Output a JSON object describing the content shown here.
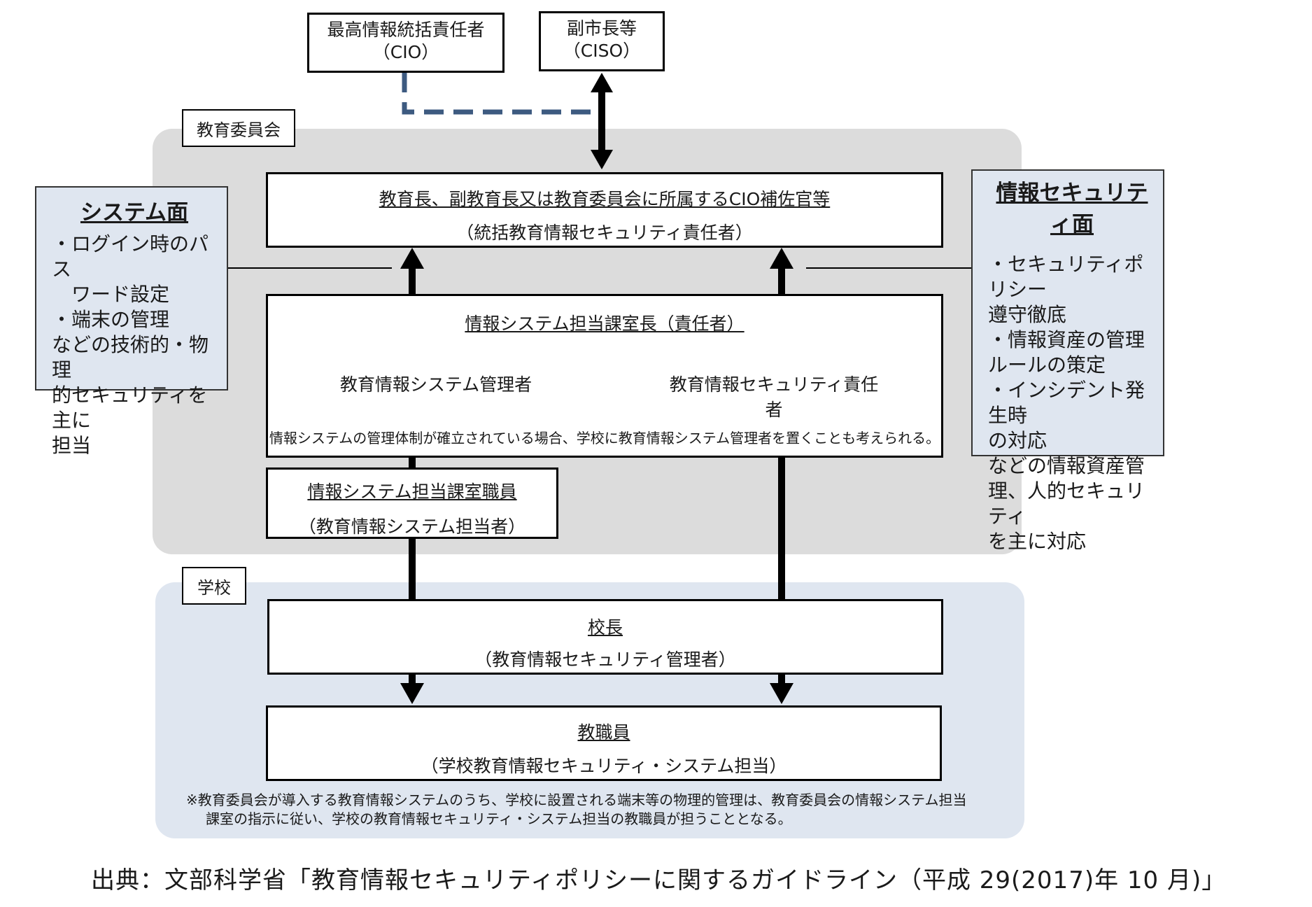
{
  "top_boxes": {
    "cio": {
      "line1": "最高情報統括責任者",
      "line2": "（CIO）"
    },
    "ciso": {
      "line1": "副市長等",
      "line2": "（CISO）"
    }
  },
  "regions": {
    "board_label": "教育委員会",
    "school_label": "学校"
  },
  "boxes": {
    "superintendent": {
      "title": "教育長、副教育長又は教育委員会に所属するCIO補佐官等",
      "subtitle": "（統括教育情報セキュリティ責任者）"
    },
    "section_head": {
      "title": "情報システム担当課室長（責任者）",
      "role_left": "教育情報システム管理者",
      "role_right": "教育情報セキュリティ責任者",
      "note": "情報システムの管理体制が確立されている場合、学校に教育情報システム管理者を置くことも考えられる。"
    },
    "section_staff": {
      "title": "情報システム担当課室職員",
      "subtitle": "（教育情報システム担当者）"
    },
    "principal": {
      "title": "校長",
      "subtitle": "（教育情報セキュリティ管理者）"
    },
    "teachers": {
      "title": "教職員",
      "subtitle": "（学校教育情報セキュリティ・システム担当）"
    }
  },
  "side_system": {
    "heading": "システム面",
    "lines": [
      "・ログイン時のパス",
      "　ワード設定",
      "・端末の管理",
      "などの技術的・物理",
      "的セキュリティを主に",
      "担当"
    ]
  },
  "side_security": {
    "heading": "情報セキュリティ面",
    "lines": [
      "・セキュリティポリシー",
      "遵守徹底",
      "・情報資産の管理",
      "ルールの策定",
      "・インシデント発生時",
      "の対応",
      "などの情報資産管",
      "理、人的セキュリティ",
      "を主に対応"
    ]
  },
  "footnote": {
    "line1": "※教育委員会が導入する教育情報システムのうち、学校に設置される端末等の物理的管理は、教育委員会の情報システム担当",
    "line2": "課室の指示に従い、学校の教育情報セキュリティ・システム担当の教職員が担うこととなる。"
  },
  "source": "出典：文部科学省「教育情報セキュリティポリシーに関するガイドライン（平成 29(2017)年 10 月)」",
  "colors": {
    "dashed_line": "#3d5a80",
    "board_region": "#dcdcdc",
    "school_region": "#dfe6f0"
  }
}
